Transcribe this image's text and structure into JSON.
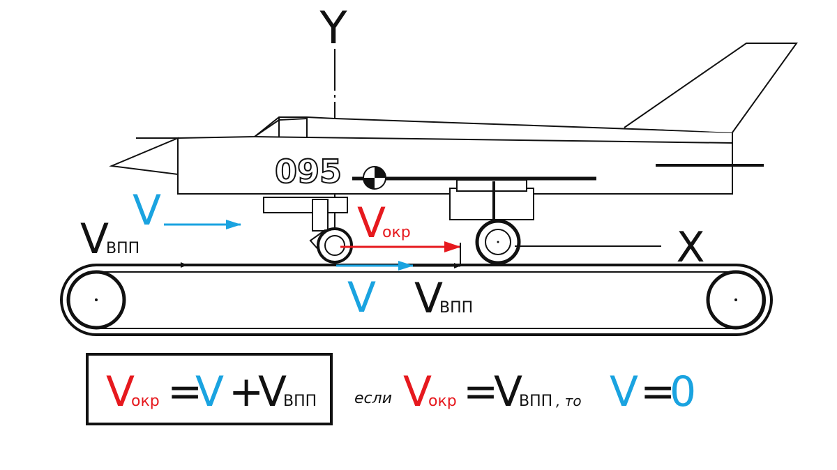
{
  "colors": {
    "black": "#111111",
    "blue": "#1aa3e0",
    "red": "#e6191e"
  },
  "axes": {
    "y_label": "Y",
    "x_label": "X"
  },
  "aircraft": {
    "number": "095"
  },
  "labels": {
    "v_symbol": "V",
    "sub_vpp": "ВПП",
    "sub_okr": "окр"
  },
  "formula": {
    "plus": "+",
    "equals": "=",
    "if_word": "если",
    "comma_then": ", то",
    "zero": "0"
  }
}
